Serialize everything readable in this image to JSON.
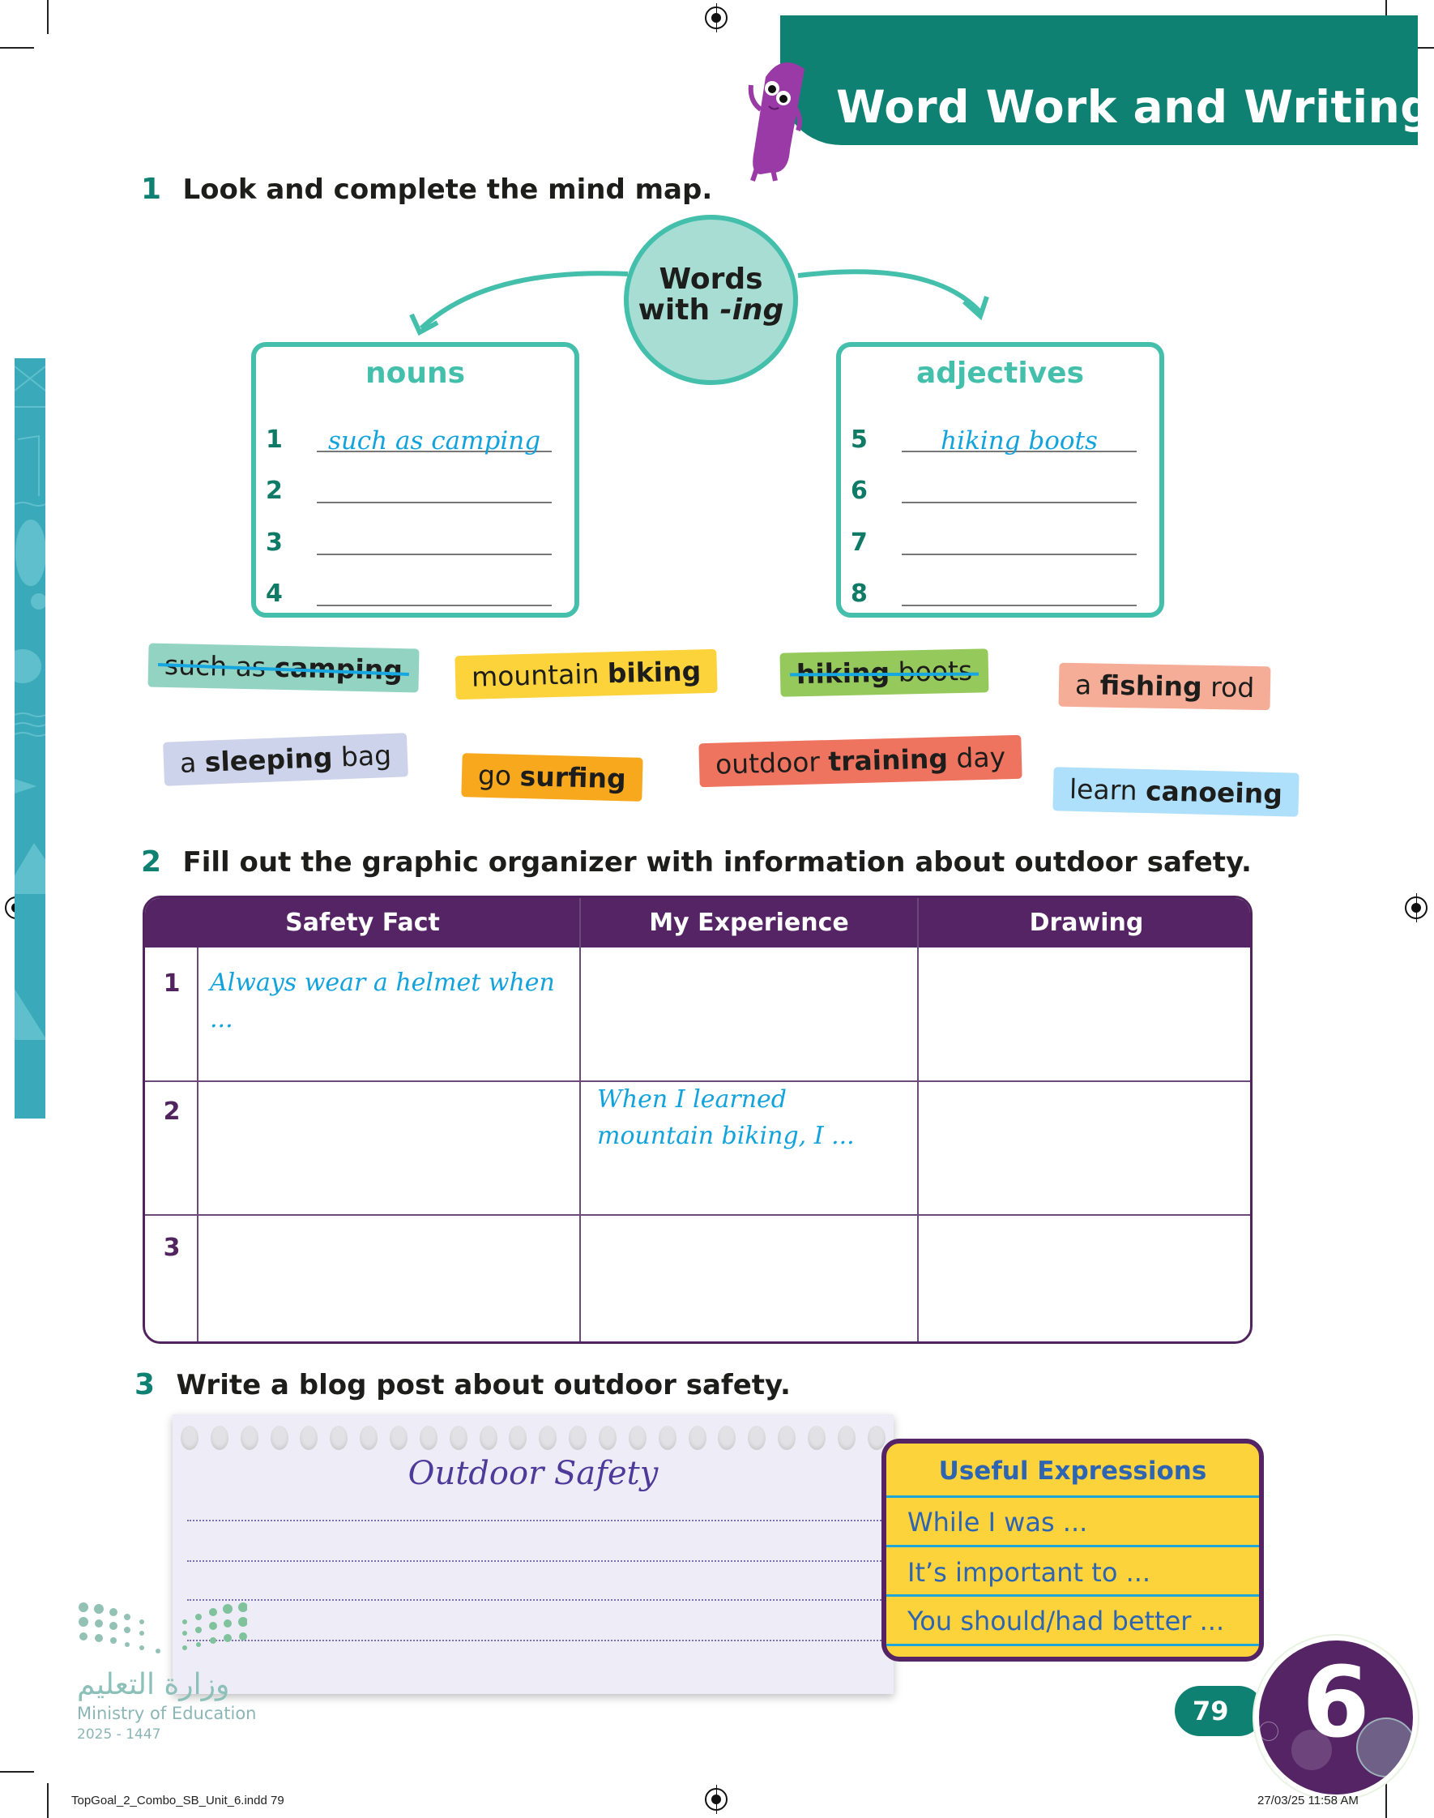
{
  "header": {
    "title": "Word Work and Writing",
    "banner_color": "#0f8172",
    "mascot": "purple-worm-mascot"
  },
  "section1": {
    "number": "1",
    "instruction": "Look and complete the mind map.",
    "center": {
      "line1": "Words",
      "line2_prefix": "with ",
      "line2_suffix": "-ing"
    },
    "nouns": {
      "title": "nouns",
      "rows": [
        {
          "num": "1",
          "answer": "such as camping"
        },
        {
          "num": "2",
          "answer": ""
        },
        {
          "num": "3",
          "answer": ""
        },
        {
          "num": "4",
          "answer": ""
        }
      ]
    },
    "adjectives": {
      "title": "adjectives",
      "rows": [
        {
          "num": "5",
          "answer": "hiking boots"
        },
        {
          "num": "6",
          "answer": ""
        },
        {
          "num": "7",
          "answer": ""
        },
        {
          "num": "8",
          "answer": ""
        }
      ]
    },
    "word_bank": [
      {
        "pre": "such as ",
        "bold": "camping",
        "post": "",
        "color": "#93d3c1",
        "crossed": true
      },
      {
        "pre": "mountain ",
        "bold": "biking",
        "post": "",
        "color": "#fdd33b",
        "crossed": false
      },
      {
        "pre": "",
        "bold": "hiking",
        "post": " boots",
        "color": "#96c95c",
        "crossed": true
      },
      {
        "pre": "a ",
        "bold": "fishing",
        "post": " rod",
        "color": "#f6ad97",
        "crossed": false
      },
      {
        "pre": "a ",
        "bold": "sleeping",
        "post": " bag",
        "color": "#cdd3ea",
        "crossed": false
      },
      {
        "pre": "go ",
        "bold": "surfing",
        "post": "",
        "color": "#f7a81d",
        "crossed": false
      },
      {
        "pre": "outdoor ",
        "bold": "training",
        "post": " day",
        "color": "#ee7460",
        "crossed": false
      },
      {
        "pre": "learn ",
        "bold": "canoeing",
        "post": "",
        "color": "#aee0fb",
        "crossed": false
      }
    ]
  },
  "section2": {
    "number": "2",
    "instruction": "Fill out the graphic organizer with information about outdoor safety.",
    "columns": [
      "Safety Fact",
      "My Experience",
      "Drawing"
    ],
    "rows": [
      {
        "num": "1",
        "safety_fact": "Always wear a helmet when ...",
        "experience": "",
        "drawing": ""
      },
      {
        "num": "2",
        "safety_fact": "",
        "experience": "When I learned mountain biking, I ...",
        "drawing": ""
      },
      {
        "num": "3",
        "safety_fact": "",
        "experience": "",
        "drawing": ""
      }
    ]
  },
  "section3": {
    "number": "3",
    "instruction": "Write a blog post about outdoor safety.",
    "notebook_title": "Outdoor Safety",
    "useful_expressions": {
      "title": "Useful Expressions",
      "items": [
        "While I was ...",
        "It’s important to ...",
        "You should/had better ..."
      ]
    }
  },
  "footer": {
    "page_number": "79",
    "unit_number": "6",
    "ministry_ar": "وزارة التعليم",
    "ministry_en": "Ministry of Education",
    "ministry_year": "2025 - 1447",
    "slug_file": "TopGoal_2_Combo_SB_Unit_6.indd   79",
    "slug_date": "27/03/25   11:58 AM"
  }
}
